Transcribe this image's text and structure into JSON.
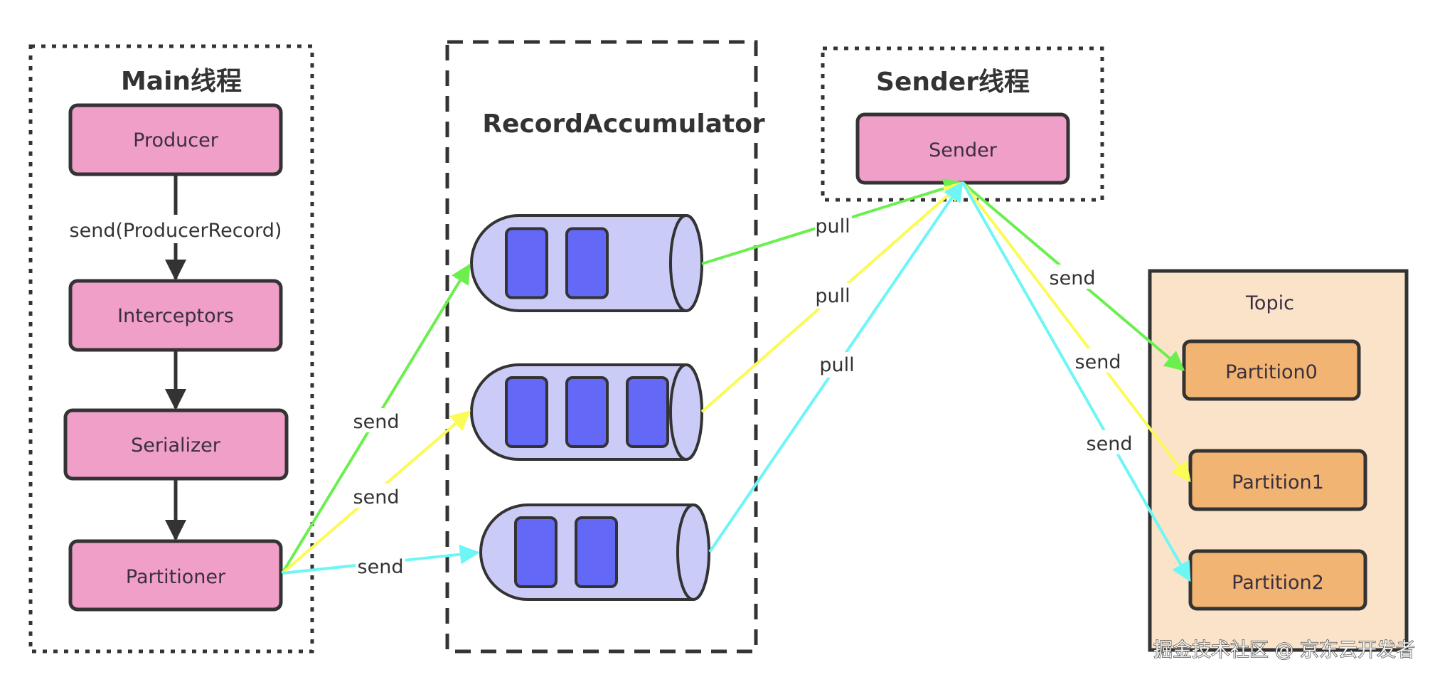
{
  "main_thread": {
    "title": "Main线程",
    "components": [
      "Producer",
      "Interceptors",
      "Serializer",
      "Partitioner"
    ],
    "producer_edge_label": "send(ProducerRecord)"
  },
  "accumulator": {
    "title": "RecordAccumulator",
    "queues": [
      {
        "batches": 2
      },
      {
        "batches": 3
      },
      {
        "batches": 2
      }
    ]
  },
  "sender_thread": {
    "title": "Sender线程",
    "component": "Sender"
  },
  "topic": {
    "title": "Topic",
    "partitions": [
      "Partition0",
      "Partition1",
      "Partition2"
    ]
  },
  "edges": {
    "partitioner_to_queue": [
      "send",
      "send",
      "send"
    ],
    "queue_to_sender": [
      "pull",
      "pull",
      "pull"
    ],
    "sender_to_partition": [
      "send",
      "send",
      "send"
    ]
  },
  "colors": {
    "green": "#6bef4f",
    "yellow": "#fbfb56",
    "cyan": "#6ef6f6",
    "pink_box": "#f09fc9",
    "queue_body": "#cbcbf7",
    "batch": "#6468f6",
    "topic_bg": "#fae3c9",
    "partition": "#f1b472"
  },
  "watermark": "掘金技术社区 @ 京东云开发者"
}
